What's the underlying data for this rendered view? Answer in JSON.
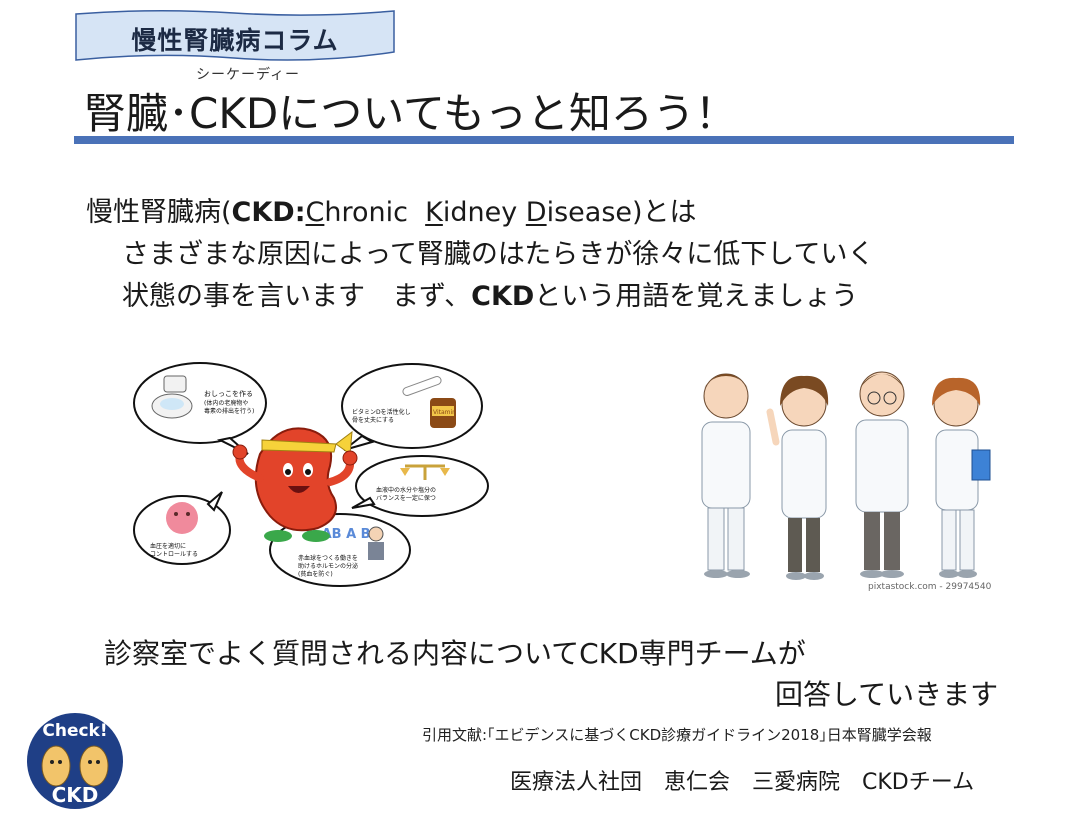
{
  "header": {
    "column_tag": "慢性腎臓病コラム",
    "ruby": "シーケーディー",
    "title": "腎臓･CKDについてもっと知ろう！"
  },
  "intro": {
    "line1_pre": "慢性腎臓病(",
    "line1_ckd": "CKD",
    "line1_colon": ":",
    "c": "C",
    "hronic": "hronic  ",
    "k": "K",
    "idney": "idney ",
    "d": "D",
    "isease": "isease",
    "line1_post": ")とは",
    "line2": "さまざまな原因によって腎臓のはたらきが徐々に低下していく",
    "line3_pre": "状態の事を言います　まず、",
    "line3_ckd": "CKD",
    "line3_post": "という用語を覚えましょう"
  },
  "illustration_left": {
    "bubble_toilet": "おしっこを作る\n(体内の老廃物や\n毒素の排出を行う)",
    "bubble_vitamin": "ビタミンDを活性化し\n骨を丈夫にする",
    "bubble_balance": "血液中の水分や塩分の\nバランスを一定に保つ",
    "bubble_bp": "血圧を適切に\nコントロールする",
    "bubble_blood": "赤血球をつくる働きを\n助けるホルモンの分泌\n(貧血を防ぐ)",
    "bottle_label": "Vitamin",
    "blood_letters": "O AB A B"
  },
  "illustration_right": {
    "credit": "pixtastock.com - 29974540"
  },
  "footer": {
    "answer_line1": "診察室でよく質問される内容についてCKD専門チームが",
    "answer_line2": "回答していきます",
    "citation": "引用文献:｢エビデンスに基づくCKD診療ガイドライン2018｣日本腎臓学会報",
    "organization": "医療法人社団　恵仁会　三愛病院　CKDチーム"
  },
  "badge": {
    "top": "Check!",
    "bottom": "CKD"
  },
  "colors": {
    "rule": "#4a72b8",
    "tag_fill": "#d6e4f5",
    "tag_stroke": "#3a5fa0",
    "kidney": "#e2442a",
    "badge_bg": "#1f3f86"
  }
}
